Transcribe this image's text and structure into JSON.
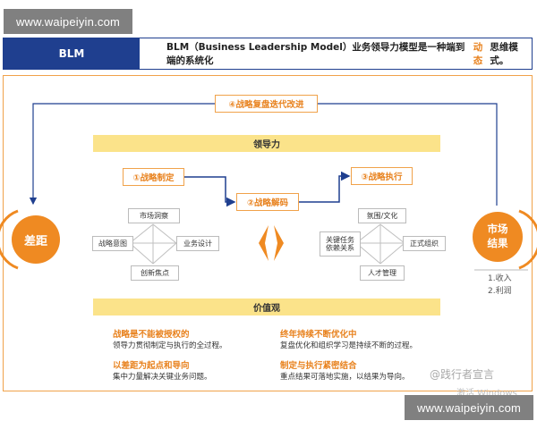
{
  "watermarks": {
    "site_top": "www.waipeiyin.com",
    "site_bottom": "www.waipeiyin.com",
    "social": "@践行者宣言",
    "windows": "激活 Windows"
  },
  "header": {
    "badge": "BLM",
    "definition_pre": "BLM（Business Leadership Model）业务领导力模型是一种端到端的系统化",
    "definition_highlight": "动态",
    "definition_post": "思维模式。"
  },
  "model": {
    "loop_label": "④战略复盘迭代改进",
    "leadership": "领导力",
    "gap": "差距",
    "market_result": "市场\n结果",
    "step1": "①战略制定",
    "step2": "②战略解码",
    "step3": "③战略执行",
    "strategy_items": {
      "top": "市场洞察",
      "left": "战略意图",
      "right": "业务设计",
      "bottom": "创新焦点"
    },
    "execution_items": {
      "top": "氛围/文化",
      "left": "关键任务\n依赖关系",
      "right": "正式组织",
      "bottom": "人才管理"
    },
    "results": [
      "1.收入",
      "2.利润"
    ],
    "values": "价值观"
  },
  "value_statements": [
    {
      "title": "战略是不能被授权的",
      "desc": "领导力贯彻制定与执行的全过程。"
    },
    {
      "title": "终年持续不断优化中",
      "desc": "复盘优化和组织学习是持续不断的过程。"
    },
    {
      "title": "以差距为起点和导向",
      "desc": "集中力量解决关键业务问题。"
    },
    {
      "title": "制定与执行紧密结合",
      "desc": "重点结果可落地实施，以结果为导向。"
    }
  ],
  "colors": {
    "brand_blue": "#1f3f8f",
    "accent_orange": "#ef8a22",
    "band_yellow": "#fbe38a",
    "arrow_blue": "#1f3f8f",
    "stamp_grey": "#808080"
  }
}
